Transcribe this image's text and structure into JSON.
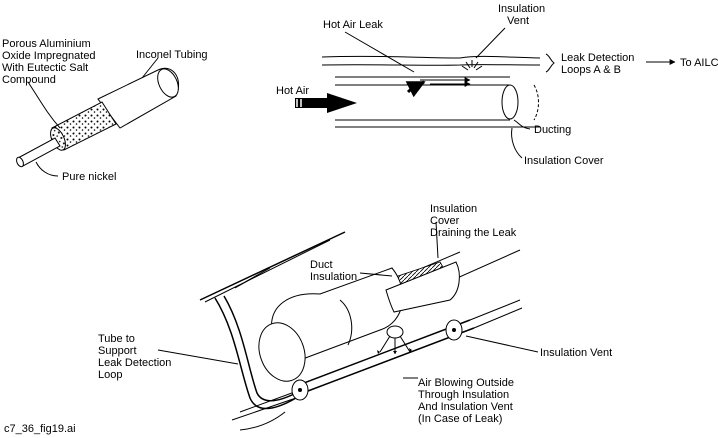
{
  "figure_id": "c7_36_fig19.ai",
  "cable": {
    "label_porous": [
      "Porous Aluminium",
      "Oxide Impregnated",
      "With Eutectic Salt",
      "Compound"
    ],
    "label_inconel": "Inconel Tubing",
    "label_nickel": "Pure nickel"
  },
  "duct_top": {
    "label_hot_air_leak": "Hot Air Leak",
    "label_insulation_vent": [
      "Insulation",
      "Vent"
    ],
    "label_leak_detection": [
      "Leak Detection",
      "Loops A & B"
    ],
    "label_to_ailc": "To AILC",
    "label_hot_air": "Hot Air",
    "label_ducting": "Ducting",
    "label_insulation_cover": "Insulation Cover"
  },
  "duct_bottom": {
    "label_cover_draining": [
      "Insulation",
      "Cover",
      "Draining the Leak"
    ],
    "label_duct_insulation": [
      "Duct",
      "Insulation"
    ],
    "label_tube_support": [
      "Tube to",
      "Support",
      "Leak Detection",
      "Loop"
    ],
    "label_insulation_vent": "Insulation Vent",
    "label_air_blowing": [
      "Air Blowing Outside",
      "Through Insulation",
      "And Insulation Vent",
      "(In Case of Leak)"
    ]
  }
}
